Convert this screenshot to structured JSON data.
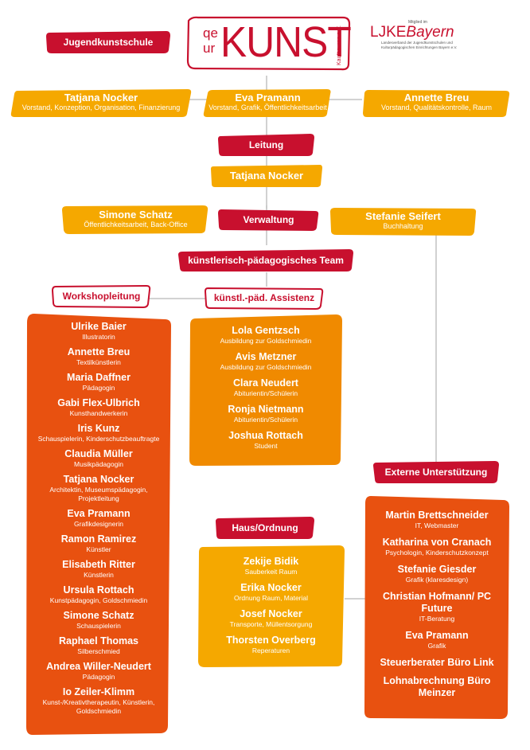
{
  "header": {
    "logo_prefix_top": "qe",
    "logo_prefix_bottom": "ur",
    "logo_word": "KUNST",
    "logo_side": "Kaufbeuren e.V.",
    "school_label": "Jugendkunstschule",
    "member_label": "Mitglied im",
    "ljke_prefix": "LJKE",
    "ljke_word": "Bayern",
    "ljke_desc": "Landesverband der Jugendkunstschulen und Kulturpädagogischen Einrichtungen Bayern e.V."
  },
  "board": [
    {
      "name": "Tatjana Nocker",
      "role": "Vorstand, Konzeption, Organisation, Finanzierung"
    },
    {
      "name": "Eva Pramann",
      "role": "Vorstand, Grafik, Öffentlichkeitsarbeit"
    },
    {
      "name": "Annette Breu",
      "role": "Vorstand, Qualitätskontrolle, Raum"
    }
  ],
  "leitung": {
    "label": "Leitung",
    "name": "Tatjana Nocker"
  },
  "verwaltung": {
    "label": "Verwaltung",
    "left": {
      "name": "Simone Schatz",
      "role": "Öffentlichkeitsarbeit, Back-Office"
    },
    "right": {
      "name": "Stefanie Seifert",
      "role": "Buchhaltung"
    }
  },
  "team_label": "künstlerisch-pädagogisches Team",
  "workshop": {
    "label": "Workshopleitung",
    "people": [
      {
        "name": "Ulrike Baier",
        "role": "Illustratorin"
      },
      {
        "name": "Annette Breu",
        "role": "Textilkünstlerin"
      },
      {
        "name": "Maria Daffner",
        "role": "Pädagogin"
      },
      {
        "name": "Gabi Flex-Ulbrich",
        "role": "Kunsthandwerkerin"
      },
      {
        "name": "Iris Kunz",
        "role": "Schauspielerin, Kinderschutzbeauftragte"
      },
      {
        "name": "Claudia Müller",
        "role": "Musikpädagogin"
      },
      {
        "name": "Tatjana Nocker",
        "role": "Architektin, Museumspädagogin, Projektleitung"
      },
      {
        "name": "Eva Pramann",
        "role": "Grafikdesignerin"
      },
      {
        "name": "Ramon Ramirez",
        "role": "Künstler"
      },
      {
        "name": "Elisabeth Ritter",
        "role": "Künstlerin"
      },
      {
        "name": "Ursula Rottach",
        "role": "Kunstpädagogin, Goldschmiedin"
      },
      {
        "name": "Simone Schatz",
        "role": "Schauspielerin"
      },
      {
        "name": "Raphael Thomas",
        "role": "Silberschmied"
      },
      {
        "name": "Andrea Willer-Neudert",
        "role": "Pädagogin"
      },
      {
        "name": "Io Zeiler-Klimm",
        "role": "Kunst-/Kreativtherapeutin, Künstlerin, Goldschmiedin"
      }
    ]
  },
  "assistenz": {
    "label": "künstl.-päd. Assistenz",
    "people": [
      {
        "name": "Lola Gentzsch",
        "role": "Ausbildung zur Goldschmiedin"
      },
      {
        "name": "Avis Metzner",
        "role": "Ausbildung zur Goldschmiedin"
      },
      {
        "name": "Clara Neudert",
        "role": "Abiturientin/Schülerin"
      },
      {
        "name": "Ronja Nietmann",
        "role": "Abiturientin/Schülerin"
      },
      {
        "name": "Joshua Rottach",
        "role": "Student"
      }
    ]
  },
  "haus": {
    "label": "Haus/Ordnung",
    "people": [
      {
        "name": "Zekije Bidik",
        "role": "Sauberkeit Raum"
      },
      {
        "name": "Erika Nocker",
        "role": "Ordnung Raum, Material"
      },
      {
        "name": "Josef Nocker",
        "role": "Transporte, Müllentsorgung"
      },
      {
        "name": "Thorsten Overberg",
        "role": "Reperaturen"
      }
    ]
  },
  "extern": {
    "label": "Externe Unterstützung",
    "people": [
      {
        "name": "Martin Brettschneider",
        "role": "IT, Webmaster"
      },
      {
        "name": "Katharina von Cranach",
        "role": "Psychologin, Kinderschutzkonzept"
      },
      {
        "name": "Stefanie Giesder",
        "role": "Grafik (klaresdesign)"
      },
      {
        "name": "Christian Hofmann/ PC Future",
        "role": "IT-Beratung"
      },
      {
        "name": "Eva Pramann",
        "role": "Grafik"
      },
      {
        "name": "Steuerberater Büro Link",
        "role": ""
      },
      {
        "name": "Lohnabrechnung Büro Meinzer",
        "role": ""
      }
    ]
  },
  "colors": {
    "red": "#c8102e",
    "yellow": "#f5a800",
    "orange": "#f08a00",
    "deep_orange": "#e85110",
    "line": "#b5b5b5"
  }
}
